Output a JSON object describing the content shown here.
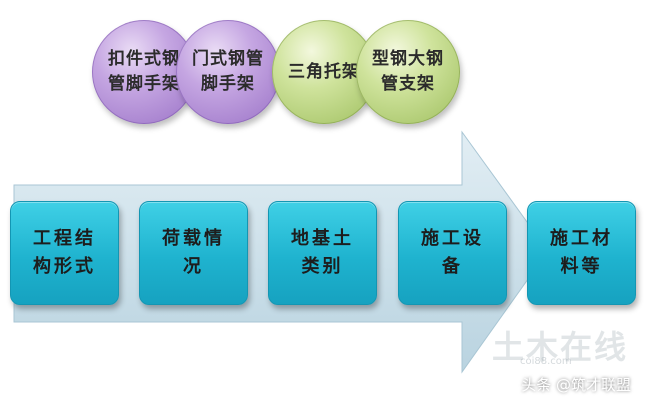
{
  "circles": [
    {
      "label": "扣件式钢管脚手架",
      "color": "purple"
    },
    {
      "label": "门式钢管脚手架",
      "color": "purple"
    },
    {
      "label": "三角托架",
      "color": "green"
    },
    {
      "label": "型钢大钢管支架",
      "color": "green"
    }
  ],
  "boxes": [
    {
      "label": "工程结构形式"
    },
    {
      "label": "荷载情况"
    },
    {
      "label": "地基土类别"
    },
    {
      "label": "施工设备"
    },
    {
      "label": "施工材料等"
    }
  ],
  "watermark": {
    "logo": "土木在线",
    "sub": "coi88.com"
  },
  "credit": "头条 @筑才联盟",
  "colors": {
    "arrow": "#c9dfe9",
    "box": "#1fb3cf",
    "purple": "#b597d8",
    "green": "#c3da8a"
  }
}
